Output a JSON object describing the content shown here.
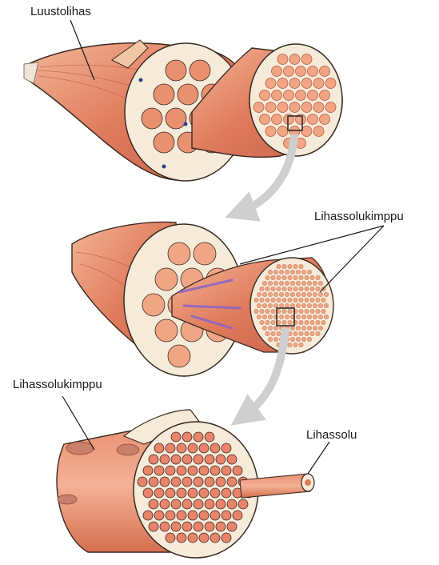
{
  "labels": {
    "skeletal_muscle": "Luustolihas",
    "fascicle_top": "Lihassolukimppu",
    "fascicle_bottom": "Lihassolukimppu",
    "muscle_fiber": "Lihassolu"
  },
  "colors": {
    "muscle": "#e07a5c",
    "muscle_light": "#f0a585",
    "muscle_dark": "#b85a40",
    "membrane": "#f6ead8",
    "outline": "#3a2a22",
    "arrow": "#cfcfcf",
    "nerve": "#8a63c9",
    "vessel": "#2a3f8f"
  }
}
